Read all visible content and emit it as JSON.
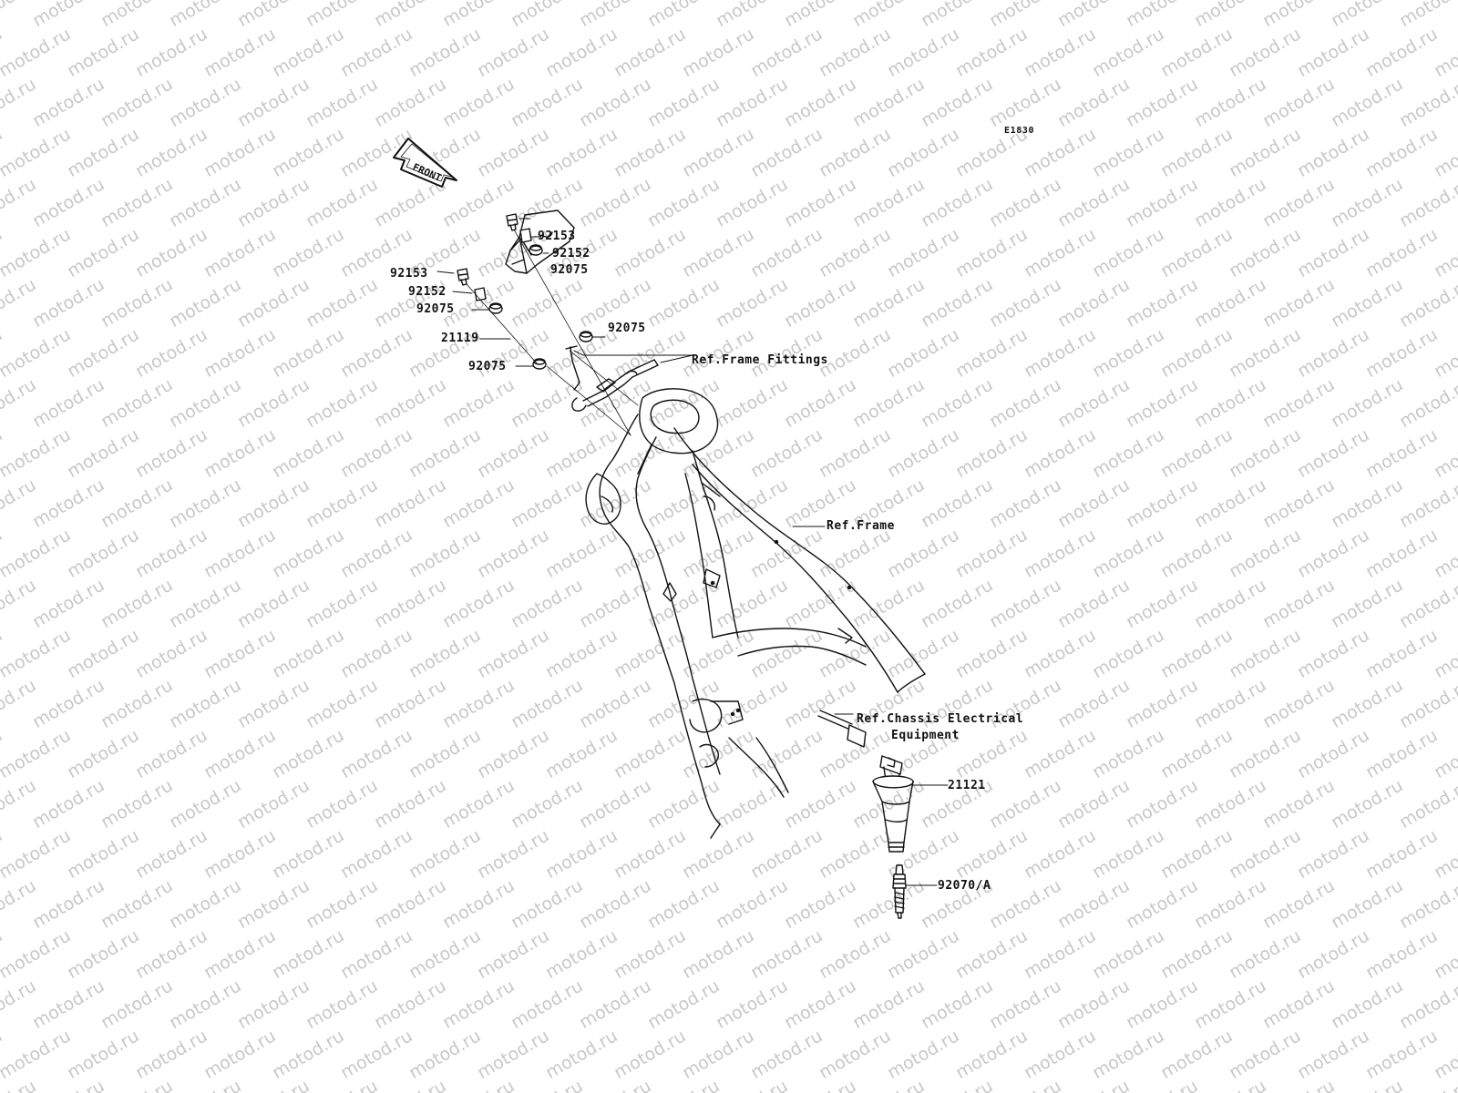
{
  "diagram": {
    "code": "E1830",
    "front_arrow_text": "FRONT",
    "watermark_text": "motod.ru",
    "colors": {
      "ink": "#111111",
      "watermark": "#c8c8c8",
      "background": "#ffffff"
    },
    "callouts": {
      "bolt_top": "92153",
      "collar_top": "92152",
      "damper_top_right": "92075",
      "bolt_left": "92153",
      "collar_left": "92152",
      "damper_left": "92075",
      "damper_right": "92075",
      "bracket": "21119",
      "damper_bottom": "92075",
      "ref_frame_fittings": "Ref.Frame Fittings",
      "ref_frame": "Ref.Frame",
      "ref_chassis_line1": "Ref.Chassis Electrical",
      "ref_chassis_line2": "Equipment",
      "ignition_coil": "21121",
      "spark_plug": "92070/A"
    }
  }
}
